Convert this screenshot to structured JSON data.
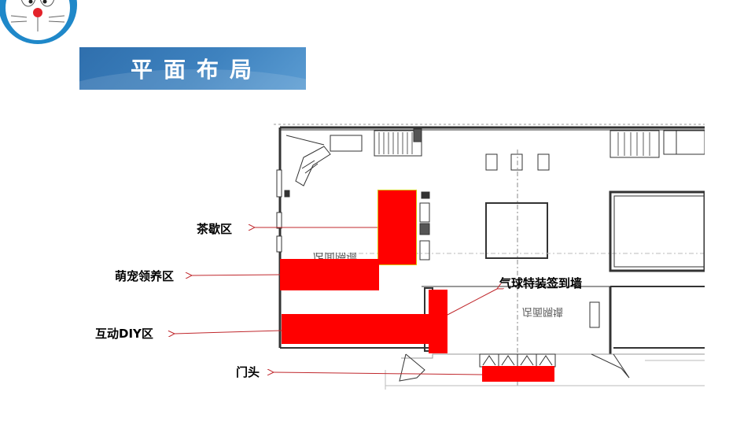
{
  "title": "平面布局",
  "labels": {
    "tea": "茶歇区",
    "pet": "萌宠领养区",
    "diy": "互动DIY区",
    "balloon": "气球特装签到墙",
    "entrance": "门头"
  },
  "plan_text": {
    "room_a": "店面隔墙",
    "room_b": "店面隔墙"
  },
  "colors": {
    "accent": "#ff0000",
    "title_bar": "#3e82bf",
    "arrow": "#c0282d"
  }
}
